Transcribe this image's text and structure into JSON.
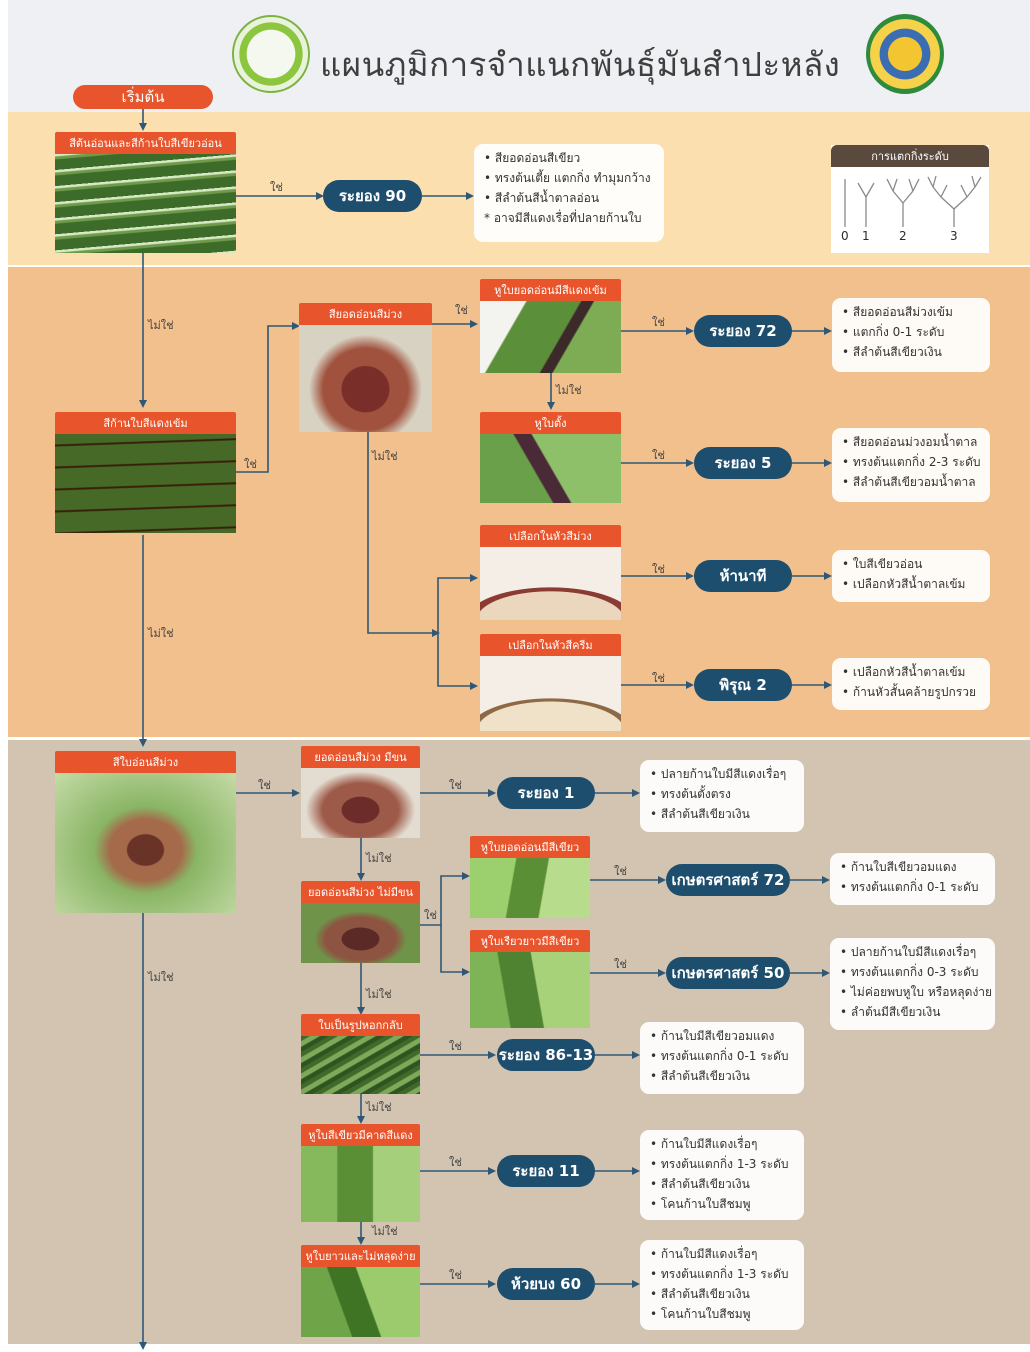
{
  "header": {
    "title": "แผนภูมิการจำแนกพันธุ์มันสำปะหลัง",
    "start_label": "เริ่มต้น"
  },
  "colors": {
    "header_bg": "#eef0f3",
    "band1": "#fbdfae",
    "band2": "#f2c08c",
    "band3": "#d3c4b1",
    "card_header": "#e8552c",
    "pill": "#1e4e6e",
    "arrow": "#2e5876"
  },
  "legend": {
    "title": "การแตกกิ่งระดับ",
    "levels": [
      "0",
      "1",
      "2",
      "3"
    ]
  },
  "answers": {
    "yes": "ใช่",
    "no": "ไม่ใช่"
  },
  "cards": {
    "c1": "สีต้นอ่อนและสีก้านใบสีเขียวอ่อน",
    "c2": "สีก้านใบสีแดงเข้ม",
    "c3": "สียอดอ่อนสีม่วง",
    "c4": "หูใบยอดอ่อนมีสีแดงเข้ม",
    "c5": "หูใบตั้ง",
    "c6": "เปลือกในหัวสีม่วง",
    "c7": "เปลือกในหัวสีครีม",
    "c8": "สีใบอ่อนสีม่วง",
    "c9": "ยอดอ่อนสีม่วง มีขน",
    "c10": "ยอดอ่อนสีม่วง ไม่มีขน",
    "c11": "หูใบยอดอ่อนมีสีเขียว",
    "c12": "หูใบเรียวยาวมีสีเขียว",
    "c13": "ใบเป็นรูปหอกกลับ",
    "c14": "หูใบสีเขียวมีคาดสีแดง",
    "c15": "หูใบยาวและไม่หลุดง่าย"
  },
  "varieties": {
    "v1": "ระยอง 90",
    "v2": "ระยอง 72",
    "v3": "ระยอง 5",
    "v4": "ห้านาที",
    "v5": "พิรุณ 2",
    "v6": "ระยอง 1",
    "v7": "เกษตรศาสตร์ 72",
    "v8": "เกษตรศาสตร์ 50",
    "v9": "ระยอง 86-13",
    "v10": "ระยอง 11",
    "v11": "ห้วยบง 60"
  },
  "descs": {
    "d1": [
      "• สียอดอ่อนสีเขียว",
      "• ทรงต้นเตี้ย แตกกิ่ง ทำมุมกว้าง",
      "• สีลำต้นสีน้ำตาลอ่อน",
      "* อาจมีสีแดงเรื่อที่ปลายก้านใบ"
    ],
    "d2": [
      "• สียอดอ่อนสีม่วงเข้ม",
      "• แตกกิ่ง 0-1 ระดับ",
      "• สีลำต้นสีเขียวเงิน"
    ],
    "d3": [
      "• สียอดอ่อนม่วงอมน้ำตาล",
      "• ทรงต้นแตกกิ่ง 2-3 ระดับ",
      "• สีลำต้นสีเขียวอมน้ำตาล"
    ],
    "d4": [
      "• ใบสีเขียวอ่อน",
      "• เปลือกหัวสีน้ำตาลเข้ม"
    ],
    "d5": [
      "• เปลือกหัวสีน้ำตาลเข้ม",
      "• ก้านหัวสั้นคล้ายรูปกรวย"
    ],
    "d6": [
      "• ปลายก้านใบมีสีแดงเรื่อๆ",
      "• ทรงต้นตั้งตรง",
      "• สีลำต้นสีเขียวเงิน"
    ],
    "d7": [
      "• ก้านใบสีเขียวอมแดง",
      "• ทรงต้นแตกกิ่ง 0-1 ระดับ"
    ],
    "d8": [
      "• ปลายก้านใบมีสีแดงเรื่อๆ",
      "• ทรงต้นแตกกิ่ง 0-3 ระดับ",
      "• ไม่ค่อยพบหูใบ หรือหลุดง่าย",
      "• ลำต้นมีสีเขียวเงิน"
    ],
    "d9": [
      "• ก้านใบมีสีเขียวอมแดง",
      "• ทรงต้นแตกกิ่ง 0-1 ระดับ",
      "• สีลำต้นสีเขียวเงิน"
    ],
    "d10": [
      "• ก้านใบมีสีแดงเรื่อๆ",
      "• ทรงต้นแตกกิ่ง 1-3 ระดับ",
      "• สีลำต้นสีเขียวเงิน",
      "• โคนก้านใบสีชมพู"
    ],
    "d11": [
      "• ก้านใบมีสีแดงเรื่อๆ",
      "• ทรงต้นแตกกิ่ง 1-3 ระดับ",
      "• สีลำต้นสีเขียวเงิน",
      "• โคนก้านใบสีชมพู"
    ]
  }
}
